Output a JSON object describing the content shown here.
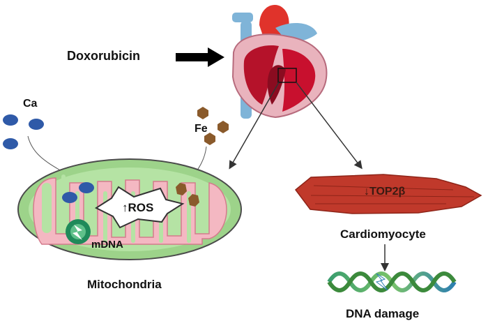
{
  "labels": {
    "drug": "Doxorubicin",
    "calcium": "Ca",
    "iron": "Fe",
    "ros": "↑ROS",
    "mdna": "mDNA",
    "mitochondria": "Mitochondria",
    "top2b": "↓TOP2β",
    "cardiomyocyte": "Cardiomyocyte",
    "dna_damage": "DNA damage"
  },
  "colors": {
    "calcium_ion": "#2f5aa8",
    "iron_ion": "#8a5a2b",
    "mito_outer": "#8fcf7d",
    "mito_inner": "#f4b8c2",
    "mdna_circle": "#1f8a5a",
    "cardiomyocyte": "#c0392b",
    "heart_red": "#c8102e",
    "vessel_blue": "#7fb4d8"
  }
}
